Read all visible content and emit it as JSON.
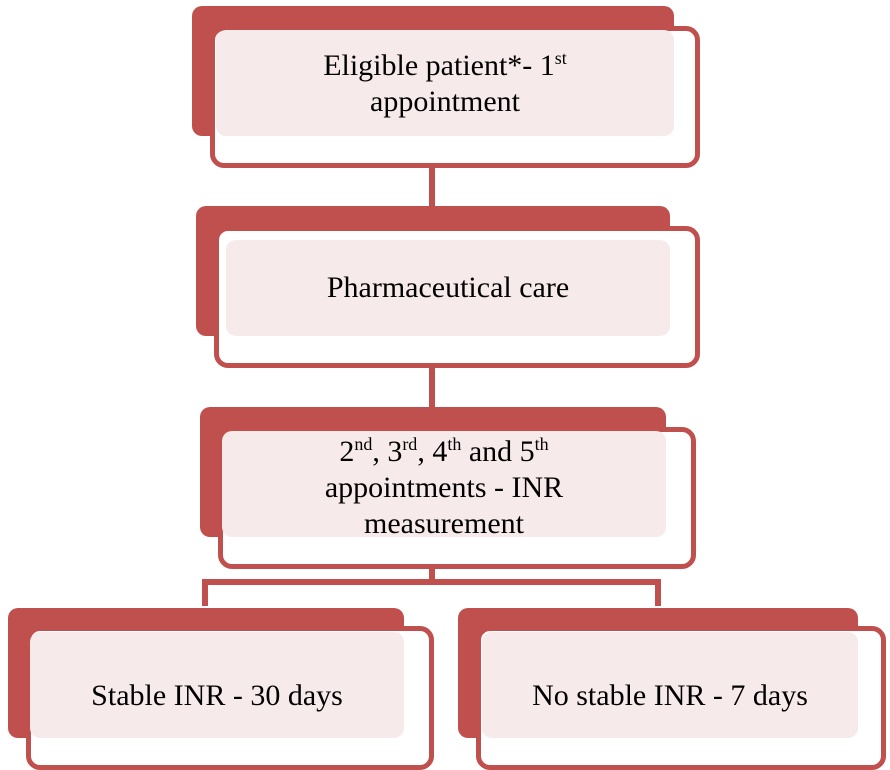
{
  "colors": {
    "accent": "#c0504d",
    "fill": "#f7eaea",
    "card_bg": "#ffffff"
  },
  "nodes": [
    {
      "id": "n1",
      "lines": [
        [
          {
            "t": "Eligible patient*- 1"
          },
          {
            "t": "st",
            "sup": true
          }
        ],
        [
          {
            "t": "appointment"
          }
        ]
      ]
    },
    {
      "id": "n2",
      "lines": [
        [
          {
            "t": "Pharmaceutical care"
          }
        ]
      ]
    },
    {
      "id": "n3",
      "lines": [
        [
          {
            "t": "2"
          },
          {
            "t": "nd",
            "sup": true
          },
          {
            "t": ", 3"
          },
          {
            "t": "rd",
            "sup": true
          },
          {
            "t": ", 4"
          },
          {
            "t": "th",
            "sup": true
          },
          {
            "t": " and 5"
          },
          {
            "t": "th",
            "sup": true
          }
        ],
        [
          {
            "t": "appointments - INR"
          }
        ],
        [
          {
            "t": "measurement"
          }
        ]
      ]
    },
    {
      "id": "n4",
      "lines": [
        [
          {
            "t": "Stable INR - 30 days"
          }
        ]
      ]
    },
    {
      "id": "n5",
      "lines": [
        [
          {
            "t": "No stable INR - 7 days"
          }
        ]
      ]
    }
  ]
}
